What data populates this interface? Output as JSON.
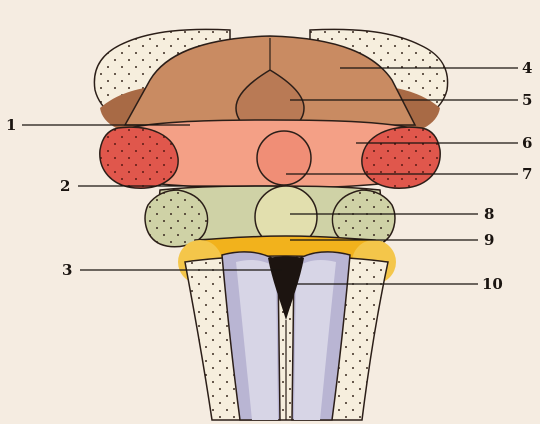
{
  "diagram": {
    "labels": [
      {
        "id": "1",
        "text": "1"
      },
      {
        "id": "2",
        "text": "2"
      },
      {
        "id": "3",
        "text": "3"
      },
      {
        "id": "4",
        "text": "4"
      },
      {
        "id": "5",
        "text": "5"
      },
      {
        "id": "6",
        "text": "6"
      },
      {
        "id": "7",
        "text": "7"
      },
      {
        "id": "8",
        "text": "8"
      },
      {
        "id": "9",
        "text": "9"
      },
      {
        "id": "10",
        "text": "10"
      }
    ]
  },
  "colors": {
    "background": "#f5ece1",
    "cream": "#f6eedd",
    "upper_brown": "#c98b62",
    "upper_brown_dark": "#a86a45",
    "salmon": "#f4a086",
    "red_dotted": "#e0574c",
    "green_grey": "#cfd2a6",
    "orange_band": "#f2b21c",
    "yellow_side": "#f4c64a",
    "lilac": "#b9b5d3",
    "dark_center": "#1c1410"
  }
}
